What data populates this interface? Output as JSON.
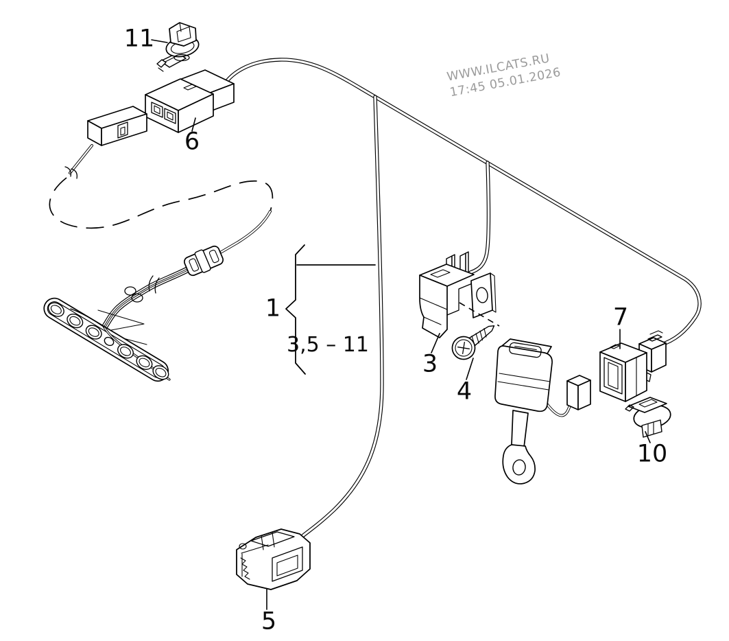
{
  "watermark": {
    "line1": "WWW.ILCATS.RU",
    "line2": "17:45 05.01.2026"
  },
  "callouts": {
    "item1": {
      "label": "1"
    },
    "range": {
      "label": "3,5 – 11"
    },
    "item3": {
      "label": "3"
    },
    "item4": {
      "label": "4"
    },
    "item5": {
      "label": "5"
    },
    "item6": {
      "label": "6"
    },
    "item7": {
      "label": "7"
    },
    "item10": {
      "label": "10"
    },
    "item11": {
      "label": "11"
    }
  },
  "colors": {
    "background": "#ffffff",
    "line_art": "#000000",
    "watermark": "#9b9b9b"
  }
}
